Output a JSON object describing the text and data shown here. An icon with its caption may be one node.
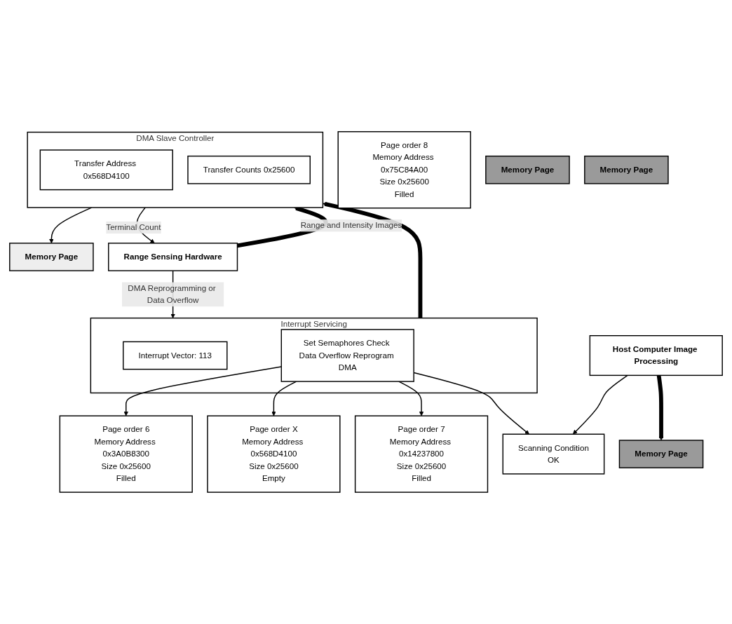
{
  "diagram": {
    "nodes": [
      {
        "text": [
          "Page order 6",
          "Memory Address 0x3A0B8300",
          "Size 0x25600",
          "Filled"
        ]
      },
      {
        "text": [
          "Page order 8",
          "Memory Address 0x75C84A00",
          "Size 0x25600",
          "Filled"
        ]
      },
      {
        "text": [
          "Page order X",
          "Memory Address 0x568D4100",
          "Size 0x25600",
          "Empty"
        ]
      },
      {
        "text": [
          "Page order 7",
          "Memory Address 0x14237800",
          "Size 0x25600",
          "Filled"
        ]
      },
      {
        "text": [
          "Memory Page"
        ]
      },
      {
        "text": [
          "Memory Page"
        ]
      },
      {
        "text": [
          "Memory Page"
        ]
      },
      {
        "text": [
          "Memory Page"
        ]
      },
      {
        "text": [
          "Interrupt Servicing"
        ]
      },
      {
        "text": [
          "Interrupt Vector: 113"
        ],
        "in": 8
      },
      {
        "text": [
          "Set Semaphores Check Data Overflow Reprogram DMA"
        ],
        "in": 8
      },
      {
        "text": [
          "DMA Slave Controller"
        ]
      },
      {
        "text": [
          "Transfer Address 0x568D4100"
        ],
        "in": 11
      },
      {
        "text": [
          "Transfer Counts 0x25600"
        ],
        "in": 11
      },
      {
        "text": [
          "Host Computer Image Processing"
        ]
      },
      {
        "text": [
          "Scanning Condition",
          "OK"
        ]
      },
      {
        "text": [
          "Range Sensing Hardware"
        ]
      }
    ],
    "edges": [
      {
        "from": 10,
        "to": 0,
        "arrow": "to"
      },
      {
        "from": 10,
        "to": 2,
        "arrow": "to"
      },
      {
        "from": 10,
        "to": 3,
        "arrow": "to"
      },
      {
        "from": 10,
        "to": 15,
        "arrow": "to"
      },
      {
        "from": 14,
        "to": 4,
        "arrow": "to",
        "style": "thick"
      },
      {
        "from": 14,
        "to": 15,
        "arrow": "to"
      },
      {
        "from": 11,
        "to": 6,
        "arrow": "to"
      },
      {
        "from": 8,
        "to": 11,
        "arrow": "to",
        "style": "thick"
      },
      {
        "from": 16,
        "to": 8,
        "label": "DMA Reprogramming or Data Overflow",
        "arrow": "to"
      },
      {
        "from": 11,
        "to": 16,
        "label": "Terminal Count",
        "arrow": "to"
      },
      {
        "from": 16,
        "to": 11,
        "label": "Range and Intensity Images",
        "arrow": "to",
        "style": "thick"
      }
    ]
  }
}
